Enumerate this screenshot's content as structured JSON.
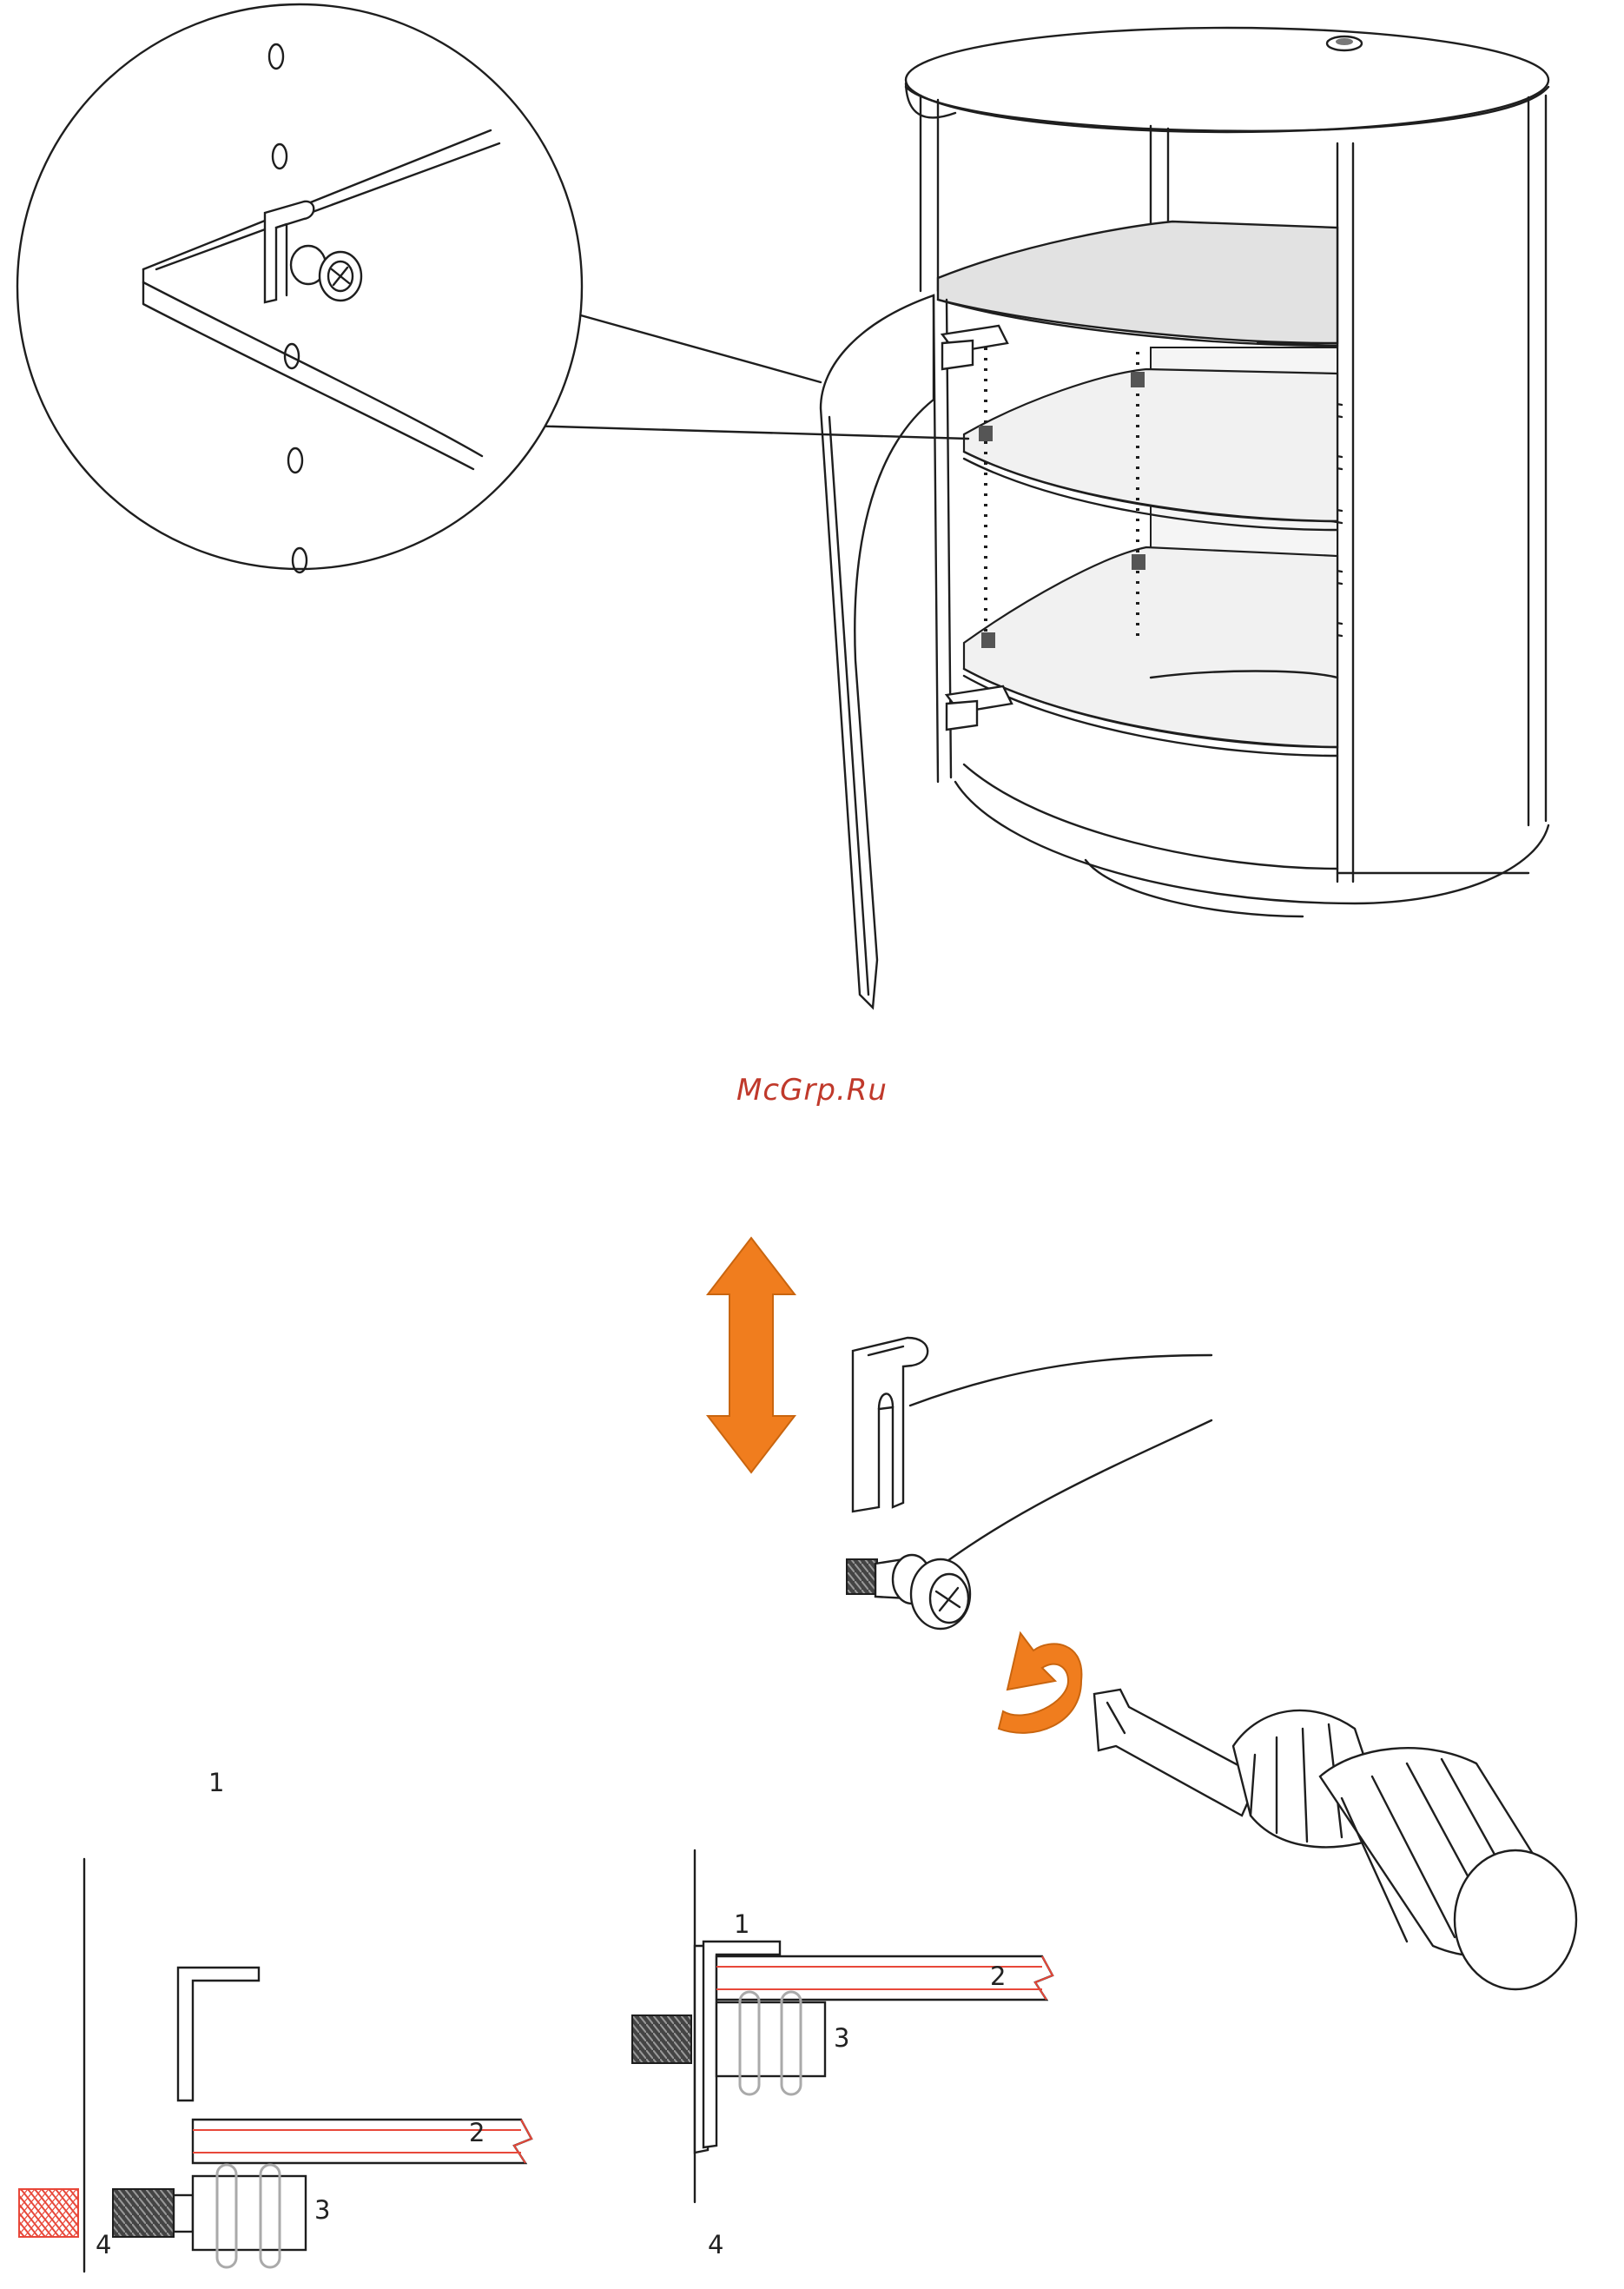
{
  "watermark": {
    "text": "McGrp.Ru",
    "color": "#c0392b"
  },
  "colors": {
    "accent": "#f07d1e",
    "line": "#1e1e1e",
    "thread_highlight": "#e8483a"
  },
  "icons": [
    "up-down-arrow-icon",
    "rotate-arrow-icon",
    "screwdriver-icon"
  ],
  "diagram_left": {
    "label_1": "1",
    "label_2": "2",
    "label_3": "3",
    "label_4": "4"
  },
  "diagram_right": {
    "label_1": "1",
    "label_2": "2",
    "label_3": "3",
    "label_4": "4"
  }
}
